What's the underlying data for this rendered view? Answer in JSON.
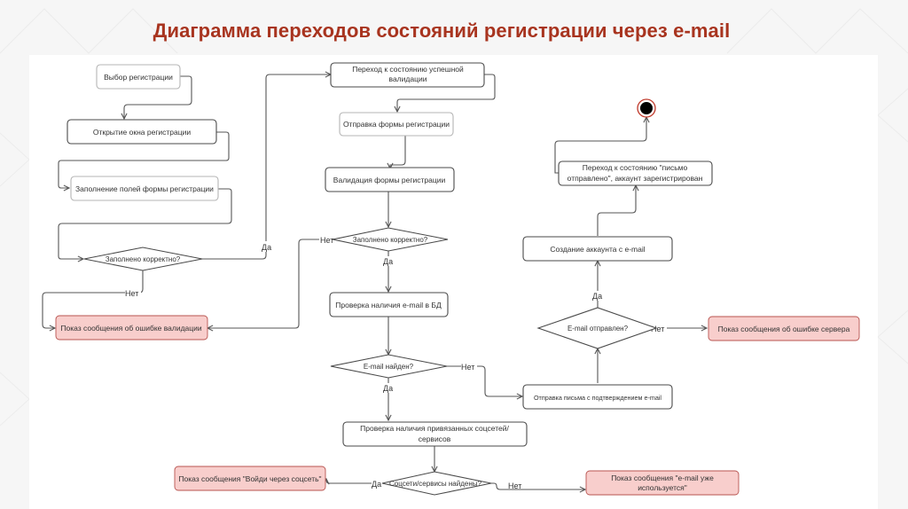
{
  "title": "Диаграмма переходов состояний регистрации через e-mail",
  "colors": {
    "title": "#a8341f",
    "error_fill": "#f8cecc",
    "error_stroke": "#b85450",
    "final_state_ring": "#c0392b"
  },
  "nodes": {
    "choose_registration": "Выбор регистрации",
    "open_window": "Открытие  окна регистрации",
    "fill_fields": "Заполнение полей формы регистрации",
    "filled_correctly_1": "Заполнено корректно?",
    "validation_error": "Показ сообщения об ошибке валидации",
    "success_validation": [
      "Переход к состоянию успешной",
      "валидации"
    ],
    "submit_form": "Отправка формы регистрации",
    "validate_form": "Валидация формы регистрации",
    "filled_correctly_2": "Заполнено корректно?",
    "check_email_db": "Проверка наличия e-mail в БД",
    "email_found": "E-mail найден?",
    "check_social": [
      "Проверка наличия привязанных соцсетей/",
      "сервисов"
    ],
    "social_found": "Соцсети/сервисы найдены?",
    "login_via_social": "Показ сообщения \"Войди через соцсеть\"",
    "email_in_use": [
      "Показ сообщения \"e-mail уже",
      "используется\""
    ],
    "send_confirmation": "Отправка письма с подтверждением e-mail",
    "email_sent": "E-mail отправлен?",
    "server_error": "Показ сообщения об ошибке сервера",
    "create_account": "Создание  аккаунта с e-mail",
    "letter_sent_state": [
      "Переход к состоянию \"письмо",
      "отправлено\", аккаунт зарегистрирован"
    ],
    "final_state": "final-state-icon"
  },
  "edge_labels": {
    "yes": "Да",
    "no": "Нет"
  }
}
